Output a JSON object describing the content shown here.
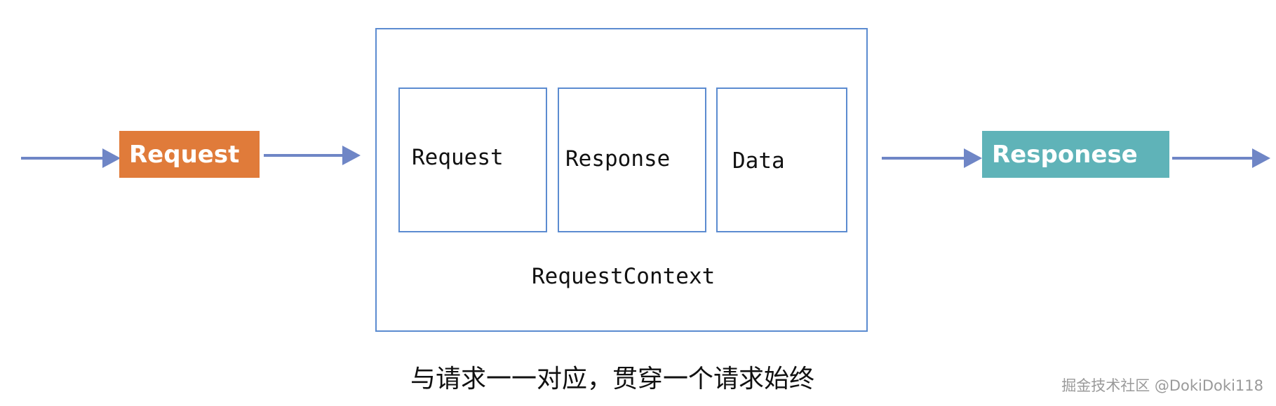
{
  "diagram": {
    "input_label": "Request",
    "output_label": "Responese",
    "container_label": "RequestContext",
    "items": [
      "Request",
      "Response",
      "Data"
    ],
    "caption": "与请求一一对应，贯穿一个请求始终",
    "watermark": "掘金技术社区 @DokiDoki118"
  },
  "colors": {
    "arrow": "#6f86c6",
    "request_fill": "#e07b3a",
    "response_fill": "#5fb3b8",
    "box_border": "#5b8bd0"
  }
}
